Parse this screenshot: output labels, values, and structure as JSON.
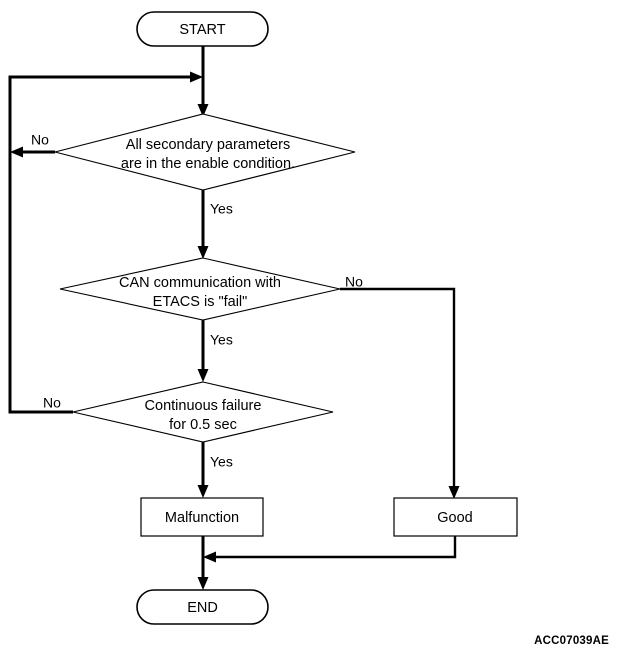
{
  "diagram": {
    "type": "flowchart",
    "caption": "ACC07039AE",
    "colors": {
      "background": "#ffffff",
      "stroke": "#000000",
      "text": "#000000"
    },
    "nodes": {
      "start": {
        "label": "START",
        "shape": "terminator"
      },
      "decision1": {
        "line1": "All secondary parameters",
        "line2": "are in the enable condition.",
        "shape": "decision"
      },
      "decision2": {
        "line1": "CAN communication with",
        "line2": "ETACS is \"fail\"",
        "shape": "decision"
      },
      "decision3": {
        "line1": "Continuous failure",
        "line2": "for 0.5 sec",
        "shape": "decision"
      },
      "malfunction": {
        "label": "Malfunction",
        "shape": "process"
      },
      "good": {
        "label": "Good",
        "shape": "process"
      },
      "end": {
        "label": "END",
        "shape": "terminator"
      }
    },
    "branch_labels": {
      "d1_no": "No",
      "d1_yes": "Yes",
      "d2_no": "No",
      "d2_yes": "Yes",
      "d3_no": "No",
      "d3_yes": "Yes"
    }
  }
}
